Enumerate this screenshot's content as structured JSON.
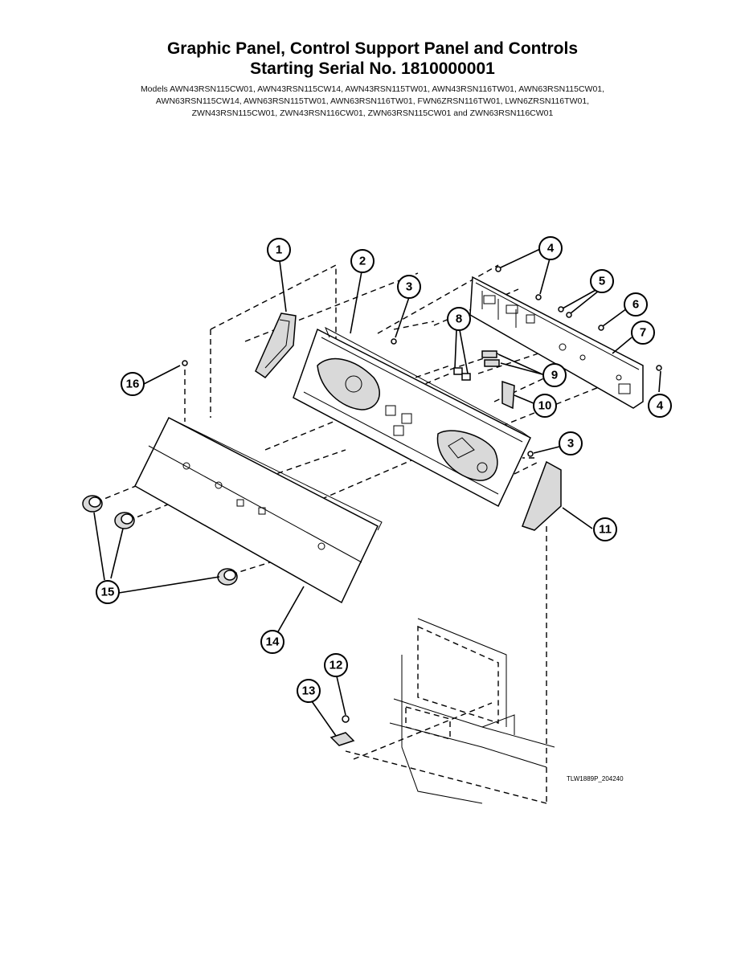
{
  "title": {
    "line1": "Graphic Panel, Control Support Panel and Controls",
    "line2": "Starting Serial No. 1810000001"
  },
  "models": {
    "line1": "Models AWN43RSN115CW01, AWN43RSN115CW14, AWN43RSN115TW01, AWN43RSN116TW01, AWN63RSN115CW01,",
    "line2": "AWN63RSN115CW14, AWN63RSN115TW01, AWN63RSN116TW01, FWN6ZRSN116TW01, LWN6ZRSN116TW01,",
    "line3": "ZWN43RSN115CW01, ZWN43RSN116CW01, ZWN63RSN115CW01 and ZWN63RSN116CW01"
  },
  "callouts": {
    "c1": "1",
    "c2": "2",
    "c3a": "3",
    "c3b": "3",
    "c4a": "4",
    "c4b": "4",
    "c5": "5",
    "c6": "6",
    "c7": "7",
    "c8": "8",
    "c9": "9",
    "c10": "10",
    "c11": "11",
    "c12": "12",
    "c13": "13",
    "c14": "14",
    "c15": "15",
    "c16": "16"
  },
  "figure_code": "TLW1889P_204240"
}
